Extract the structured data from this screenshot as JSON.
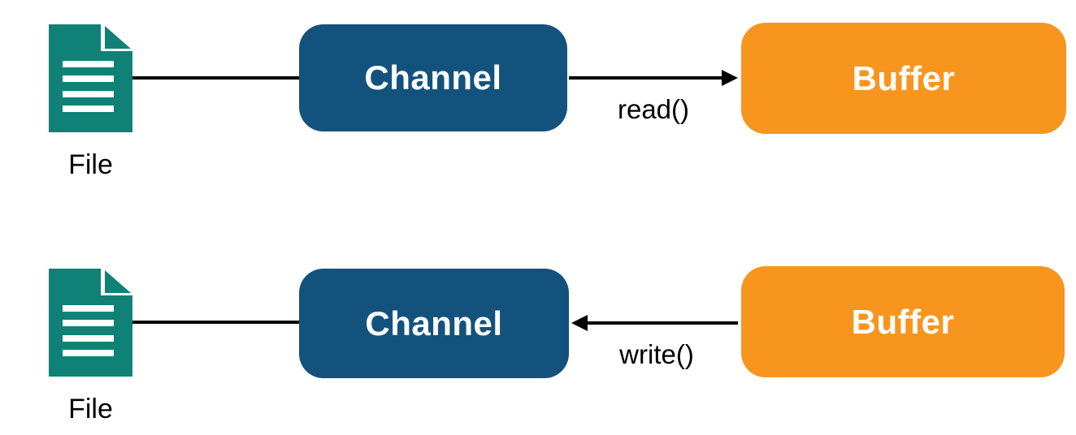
{
  "diagram": {
    "description": "File channel read/write flow diagram",
    "rows": [
      {
        "file_label": "File",
        "channel_label": "Channel",
        "buffer_label": "Buffer",
        "operation_label": "read()",
        "arrow_direction": "right",
        "arrow_from": "Channel",
        "arrow_to": "Buffer"
      },
      {
        "file_label": "File",
        "channel_label": "Channel",
        "buffer_label": "Buffer",
        "operation_label": "write()",
        "arrow_direction": "left",
        "arrow_from": "Buffer",
        "arrow_to": "Channel"
      }
    ],
    "icons": {
      "file_icon": "document-with-folded-corner"
    },
    "colors": {
      "file_icon_teal": "#0F8176",
      "channel_blue": "#14527E",
      "buffer_orange": "#F8951E",
      "line_black": "#000000",
      "node_text_white": "#FFFFFF",
      "background": "#FFFFFF"
    }
  }
}
